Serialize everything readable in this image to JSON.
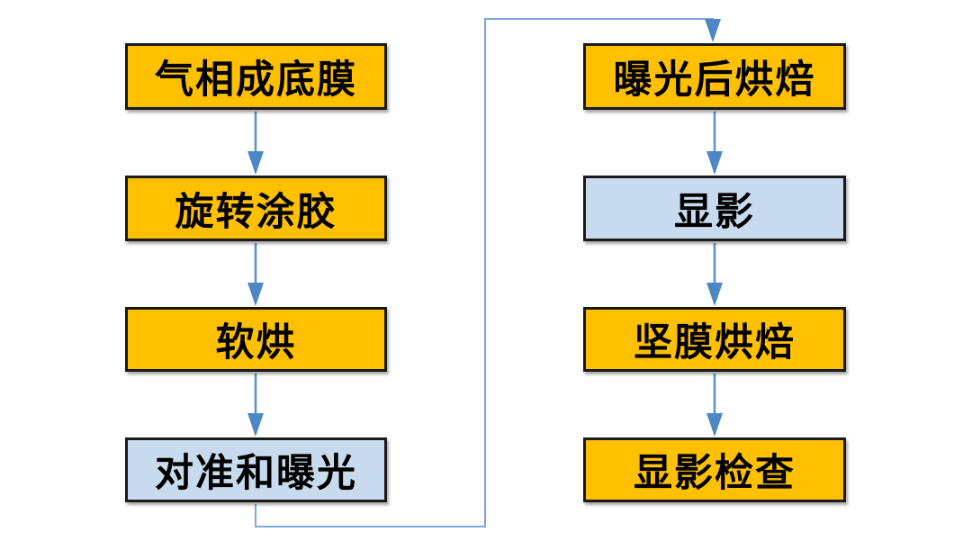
{
  "colors": {
    "background": "#FFFFFF",
    "node-orange": "#FFC000",
    "node-blue": "#C8DBEE",
    "node-border": "#1A1A1A",
    "node-text": "#000000",
    "arrow": "#4E87C5",
    "arrow-shaft": "#5B93CF",
    "connector": "#7FA8D8"
  },
  "flowchart": {
    "type": "process-flow-diagram",
    "nodes": [
      {
        "id": "vapor-prime",
        "label": "气相成底膜",
        "variant": "orange",
        "column": "left",
        "row": 1
      },
      {
        "id": "spin-coat",
        "label": "旋转涂胶",
        "variant": "orange",
        "column": "left",
        "row": 2
      },
      {
        "id": "soft-bake",
        "label": "软烘",
        "variant": "orange",
        "column": "left",
        "row": 3
      },
      {
        "id": "align-expose",
        "label": "对准和曝光",
        "variant": "blue",
        "column": "left",
        "row": 4
      },
      {
        "id": "post-exposure-bake",
        "label": "曝光后烘焙",
        "variant": "orange",
        "column": "right",
        "row": 1
      },
      {
        "id": "develop",
        "label": "显影",
        "variant": "blue",
        "column": "right",
        "row": 2
      },
      {
        "id": "hard-bake",
        "label": "坚膜烘焙",
        "variant": "orange",
        "column": "right",
        "row": 3
      },
      {
        "id": "develop-inspect",
        "label": "显影检查",
        "variant": "orange",
        "column": "right",
        "row": 4
      }
    ],
    "edges": [
      {
        "from": "vapor-prime",
        "to": "spin-coat"
      },
      {
        "from": "spin-coat",
        "to": "soft-bake"
      },
      {
        "from": "soft-bake",
        "to": "align-expose"
      },
      {
        "from": "align-expose",
        "to": "post-exposure-bake"
      },
      {
        "from": "post-exposure-bake",
        "to": "develop"
      },
      {
        "from": "develop",
        "to": "hard-bake"
      },
      {
        "from": "hard-bake",
        "to": "develop-inspect"
      }
    ]
  }
}
